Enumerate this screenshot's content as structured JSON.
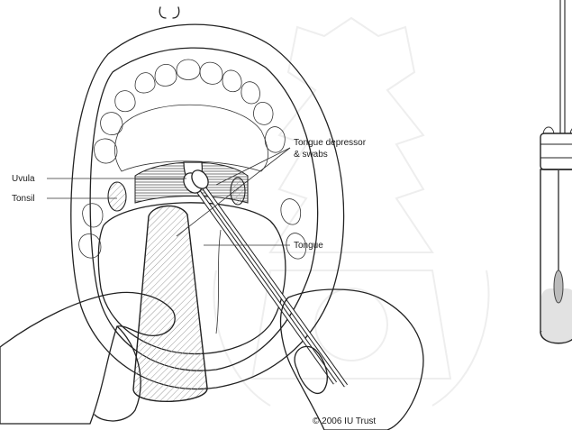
{
  "labels": {
    "uvula": "Uvula",
    "tonsil": "Tonsil",
    "tongue_depressor_line1": "Tongue depressor",
    "tongue_depressor_line2": "& swabs",
    "tongue": "Tongue"
  },
  "copyright": "© 2006 IU Trust",
  "colors": {
    "line": "#222222",
    "background": "#ffffff",
    "watermark": "#e8e8e8",
    "hatch": "#9a9a9a",
    "throat_shade": "#cfcfcf"
  },
  "icons": [
    "mouth-illustration",
    "tongue-depressor-icon",
    "swab-icon",
    "specimen-tube-icon",
    "watermark-emblem"
  ]
}
